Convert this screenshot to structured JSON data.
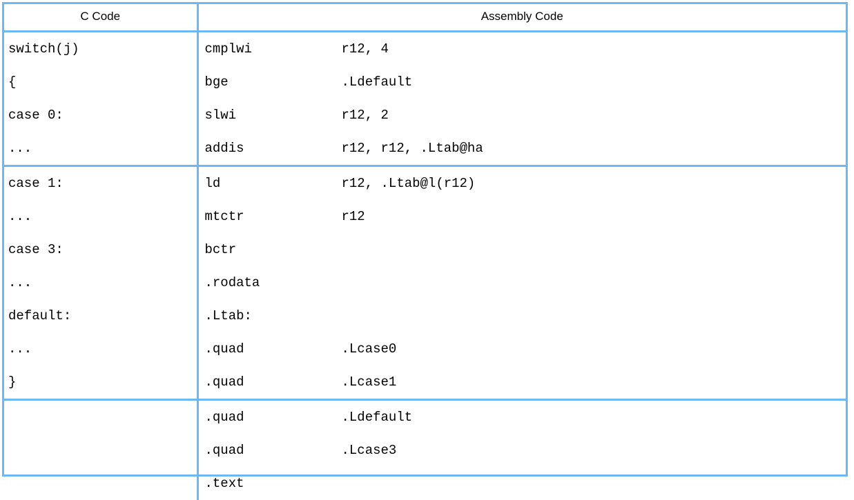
{
  "table": {
    "headers": {
      "c_code": "C Code",
      "assembly_code": "Assembly Code"
    },
    "rule_color": "#6cb8f5",
    "text_color": "#000000",
    "sections": [
      {
        "separator_above": "double",
        "c_lines": [
          "switch(j)",
          "{",
          "case 0:",
          "..."
        ],
        "asm_lines": [
          {
            "mnemonic": "cmplwi",
            "operand": "r12, 4"
          },
          {
            "mnemonic": "bge",
            "operand": ".Ldefault"
          },
          {
            "mnemonic": "slwi",
            "operand": "r12, 2"
          },
          {
            "mnemonic": "addis",
            "operand": "r12, r12, .Ltab@ha"
          }
        ]
      },
      {
        "separator_above": "double",
        "c_lines": [
          "case 1:",
          "...",
          "case 3:",
          "...",
          "default:",
          "...",
          "}"
        ],
        "asm_lines": [
          {
            "mnemonic": "ld",
            "operand": "r12, .Ltab@l(r12)"
          },
          {
            "mnemonic": "mtctr",
            "operand": "r12"
          },
          {
            "mnemonic": "bctr",
            "operand": ""
          },
          {
            "mnemonic": ".rodata",
            "operand": ""
          },
          {
            "mnemonic": ".Ltab:",
            "operand": ""
          },
          {
            "mnemonic": ".quad",
            "operand": ".Lcase0"
          },
          {
            "mnemonic": ".quad",
            "operand": ".Lcase1"
          }
        ]
      },
      {
        "separator_above": "single",
        "c_lines": [],
        "asm_lines": [
          {
            "mnemonic": ".quad",
            "operand": ".Ldefault"
          },
          {
            "mnemonic": ".quad",
            "operand": ".Lcase3"
          },
          {
            "mnemonic": ".text",
            "operand": ""
          }
        ]
      }
    ]
  }
}
